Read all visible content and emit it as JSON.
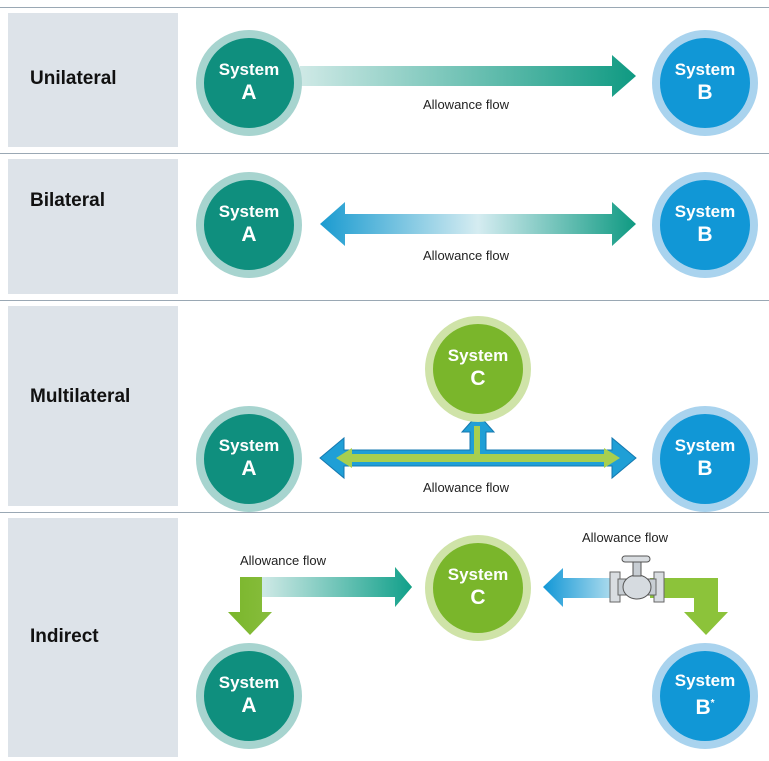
{
  "rows": [
    {
      "label": "Unilateral"
    },
    {
      "label": "Bilateral"
    },
    {
      "label": "Multilateral"
    },
    {
      "label": "Indirect"
    }
  ],
  "node": {
    "system": "System",
    "a": "A",
    "b": "B",
    "c": "C",
    "b_mark": "*"
  },
  "flow_label": "Allowance flow",
  "colors": {
    "teal": "#0f8f7e",
    "blue": "#1197d6",
    "green": "#7ab62b",
    "label_bg": "#dde3e9"
  }
}
